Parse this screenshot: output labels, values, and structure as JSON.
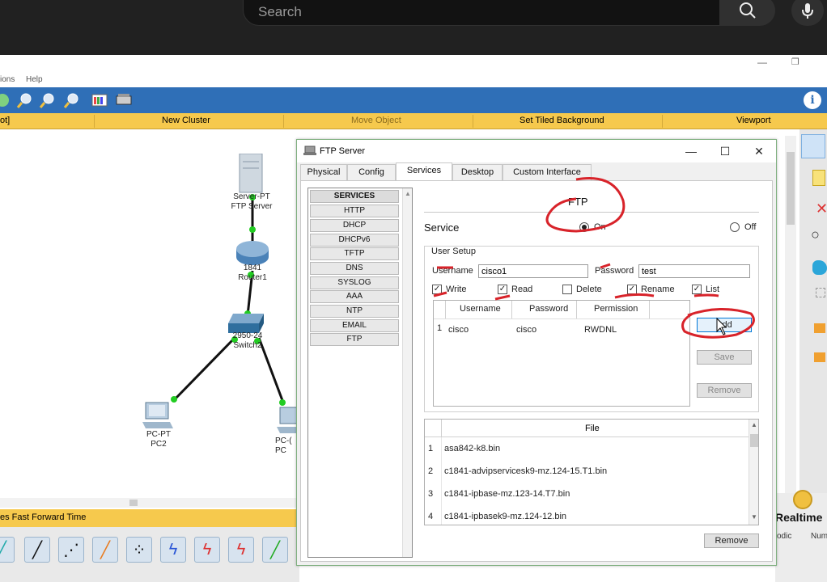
{
  "search": {
    "placeholder": "Search"
  },
  "pt_menu": {
    "item_options": "ions",
    "item_help": "Help"
  },
  "logical_bar": {
    "item_root": "ot]",
    "new_cluster": "New Cluster",
    "move_object": "Move Object",
    "set_tiled_background": "Set Tiled Background",
    "viewport": "Viewport"
  },
  "devices": {
    "server_type": "Server-PT",
    "server_name": "FTP Server",
    "router_model": "1841",
    "router_name": "Router1",
    "switch_model": "2950-24",
    "switch_name": "Switch2",
    "pc2_type": "PC-PT",
    "pc2_name": "PC2",
    "pc_other_type": "PC-(",
    "pc_other_name": "PC"
  },
  "bottom": {
    "time_label": "es  Fast Forward Time",
    "realtime": "Realtime",
    "col_periodic": "odic",
    "col_num": "Num"
  },
  "dialog": {
    "title": "FTP Server",
    "tabs": [
      "Physical",
      "Config",
      "Services",
      "Desktop",
      "Custom Interface"
    ],
    "services_header": "SERVICES",
    "services": [
      "HTTP",
      "DHCP",
      "DHCPv6",
      "TFTP",
      "DNS",
      "SYSLOG",
      "AAA",
      "NTP",
      "EMAIL",
      "FTP"
    ],
    "panel_title": "FTP",
    "service_label": "Service",
    "on_label": "On",
    "off_label": "Off",
    "user_setup_label": "User Setup",
    "username_label": "Username",
    "username_value": "cisco1",
    "password_label": "Password",
    "password_value": "test",
    "permissions": [
      {
        "label": "Write",
        "checked": true
      },
      {
        "label": "Read",
        "checked": true
      },
      {
        "label": "Delete",
        "checked": false
      },
      {
        "label": "Rename",
        "checked": true
      },
      {
        "label": "List",
        "checked": true
      }
    ],
    "user_table": {
      "headers": [
        "Username",
        "Password",
        "Permission"
      ],
      "rows": [
        {
          "n": "1",
          "username": "cisco",
          "password": "cisco",
          "permission": "RWDNL"
        }
      ]
    },
    "add_label": "Add",
    "save_label": "Save",
    "remove_label": "Remove",
    "file_header": "File",
    "files": [
      {
        "n": "1",
        "name": "asa842-k8.bin"
      },
      {
        "n": "2",
        "name": "c1841-advipservicesk9-mz.124-15.T1.bin"
      },
      {
        "n": "3",
        "name": "c1841-ipbase-mz.123-14.T7.bin"
      },
      {
        "n": "4",
        "name": "c1841-ipbasek9-mz.124-12.bin"
      }
    ],
    "remove_file_label": "Remove"
  },
  "colors": {
    "annotation": "#d8232a",
    "toolbar": "#2f6fb7",
    "logical_bar": "#f6c94d"
  }
}
